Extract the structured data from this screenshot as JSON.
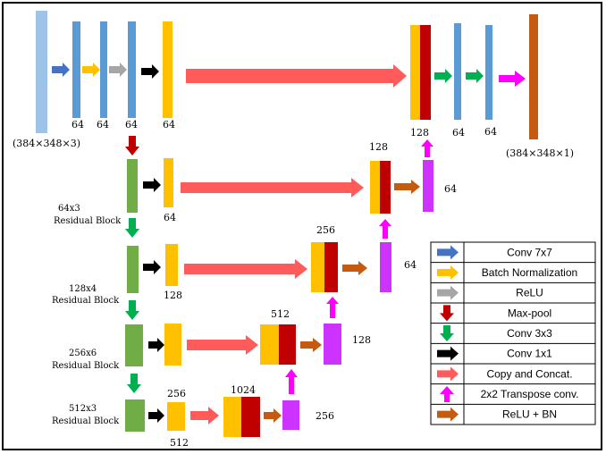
{
  "colors": {
    "input_bar": "#9dc3e6",
    "conv7": "#5b9bd5",
    "yellow": "#ffc000",
    "green_block": "#70ad47",
    "purple": "#cc33ff",
    "red": "#c00000",
    "brown": "#c55a11",
    "arrow_blue": "#4472c4",
    "arrow_gray": "#a6a6a6",
    "arrow_red": "#c00000",
    "arrow_green": "#00b050",
    "arrow_black": "#000000",
    "arrow_copy": "#ff5b5b",
    "arrow_magenta": "#ff00ff",
    "arrow_brown": "#c55a11"
  },
  "labels": {
    "input_size": "(384×348×3)",
    "output_size": "(384×348×1)",
    "enc_64a": "64",
    "enc_64b": "64",
    "enc_64c": "64",
    "enc_64d": "64",
    "dec_128_top": "128",
    "dec_64a": "64",
    "dec_64b": "64",
    "res1_out": "64",
    "up_128": "128",
    "up1_64": "64",
    "res2_out": "128",
    "cat_256": "256",
    "up2_64": "64",
    "cat_512": "512",
    "up3_128": "128",
    "res4_256": "256",
    "res4_512": "512",
    "cat_1024": "1024",
    "up4_256": "256",
    "block1_a": "64x3",
    "block1_b": "Residual Block",
    "block2_a": "128x4",
    "block2_b": "Residual Block",
    "block3_a": "256x6",
    "block3_b": "Residual Block",
    "block4_a": "512x3",
    "block4_b": "Residual Block"
  },
  "legend": {
    "items": [
      {
        "label": "Conv 7x7",
        "icon": "blue-arrow-icon"
      },
      {
        "label": "Batch Normalization",
        "icon": "yellow-arrow-icon"
      },
      {
        "label": "ReLU",
        "icon": "gray-arrow-icon"
      },
      {
        "label": "Max-pool",
        "icon": "red-down-arrow-icon"
      },
      {
        "label": "Conv 3x3",
        "icon": "green-down-arrow-icon"
      },
      {
        "label": "Conv 1x1",
        "icon": "black-arrow-icon"
      },
      {
        "label": "Copy and Concat.",
        "icon": "pink-arrow-icon"
      },
      {
        "label": "2x2 Transpose conv.",
        "icon": "magenta-up-arrow-icon"
      },
      {
        "label": "ReLU + BN",
        "icon": "brown-arrow-icon"
      }
    ]
  }
}
